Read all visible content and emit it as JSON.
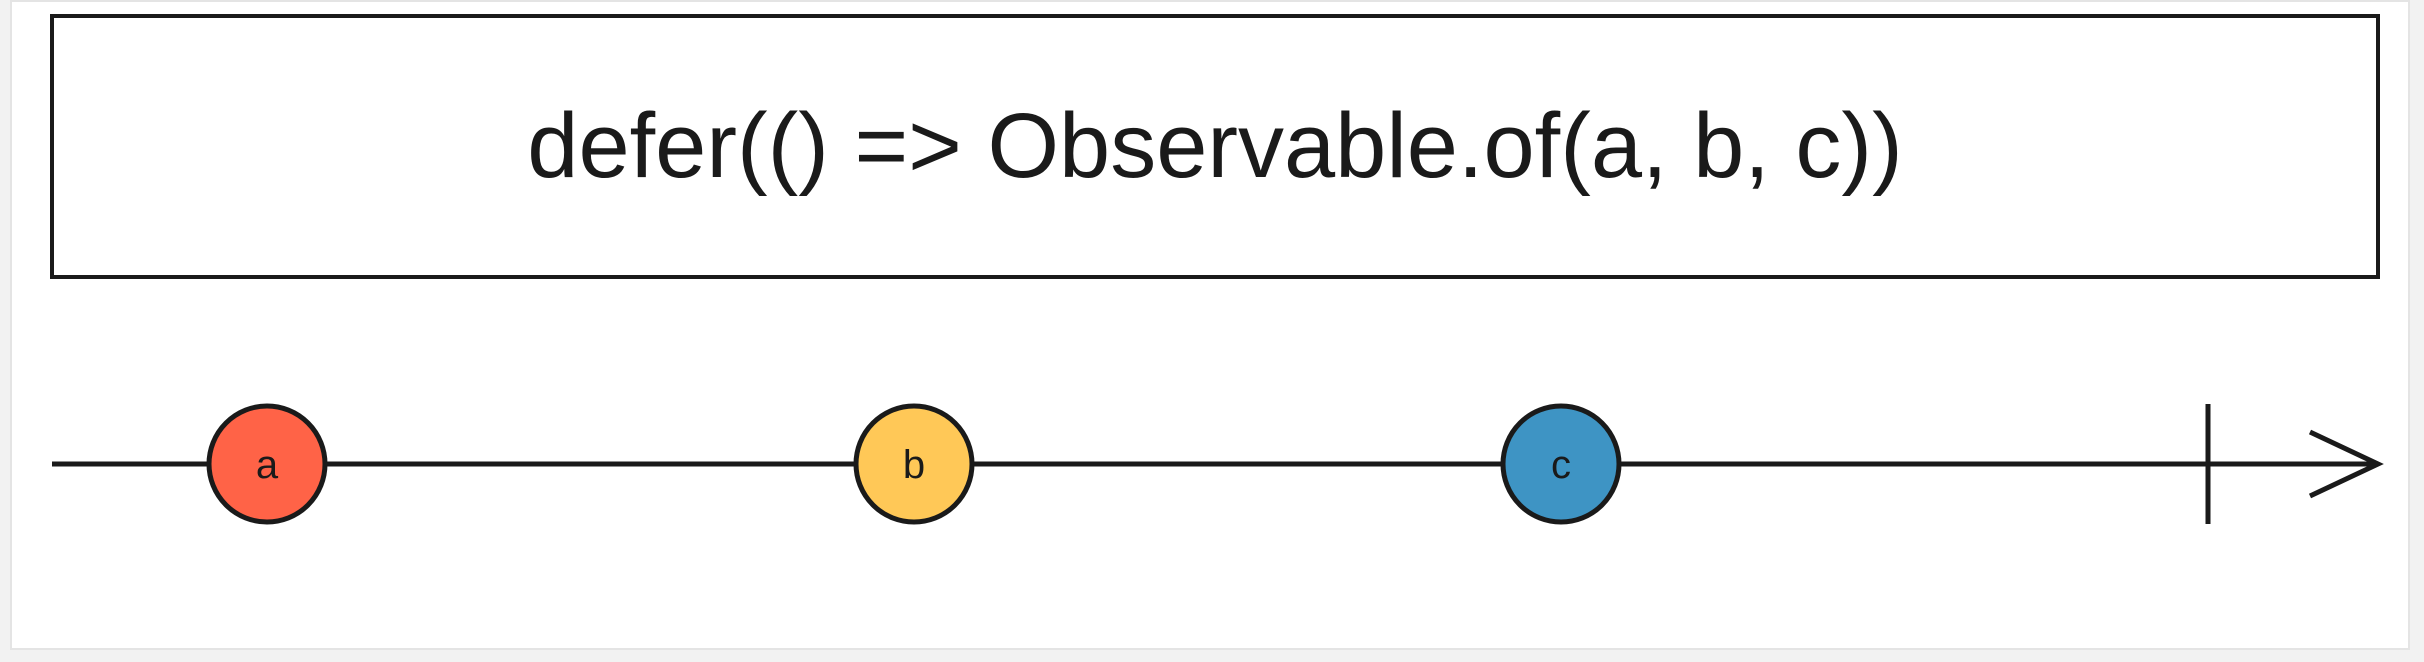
{
  "operator": {
    "label": "defer(() => Observable.of(a, b, c))"
  },
  "timeline": {
    "marbles": [
      {
        "label": "a",
        "color": "#ff6347"
      },
      {
        "label": "b",
        "color": "#ffc857"
      },
      {
        "label": "c",
        "color": "#3e94c4"
      }
    ],
    "completes": true,
    "line_color": "#1a1a1a"
  }
}
